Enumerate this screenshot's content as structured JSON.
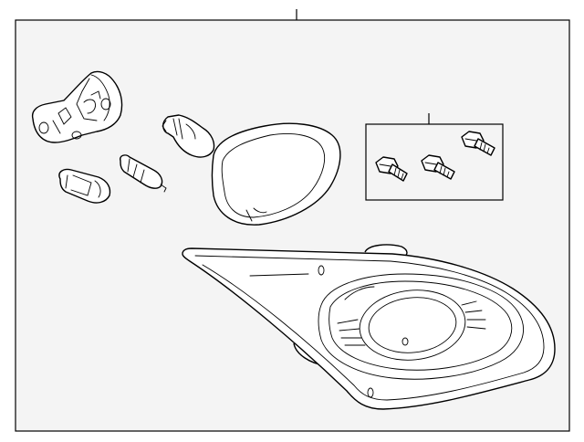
{
  "colors": {
    "background": "#ffffff",
    "panel": "#f4f4f4",
    "line": "#000000"
  },
  "parts": [
    {
      "name": "bulb-socket",
      "icon": "socket-icon"
    },
    {
      "name": "wedge-bulb-large",
      "icon": "bulb-icon"
    },
    {
      "name": "wedge-bulb-small",
      "icon": "bulb-icon"
    },
    {
      "name": "bulb-holder",
      "icon": "bulb-icon"
    },
    {
      "name": "lamp-gasket",
      "icon": "gasket-icon"
    },
    {
      "name": "mounting-bolts",
      "icon": "bolt-icon",
      "count": 3
    },
    {
      "name": "tail-lamp-housing",
      "icon": "lamp-icon"
    }
  ]
}
